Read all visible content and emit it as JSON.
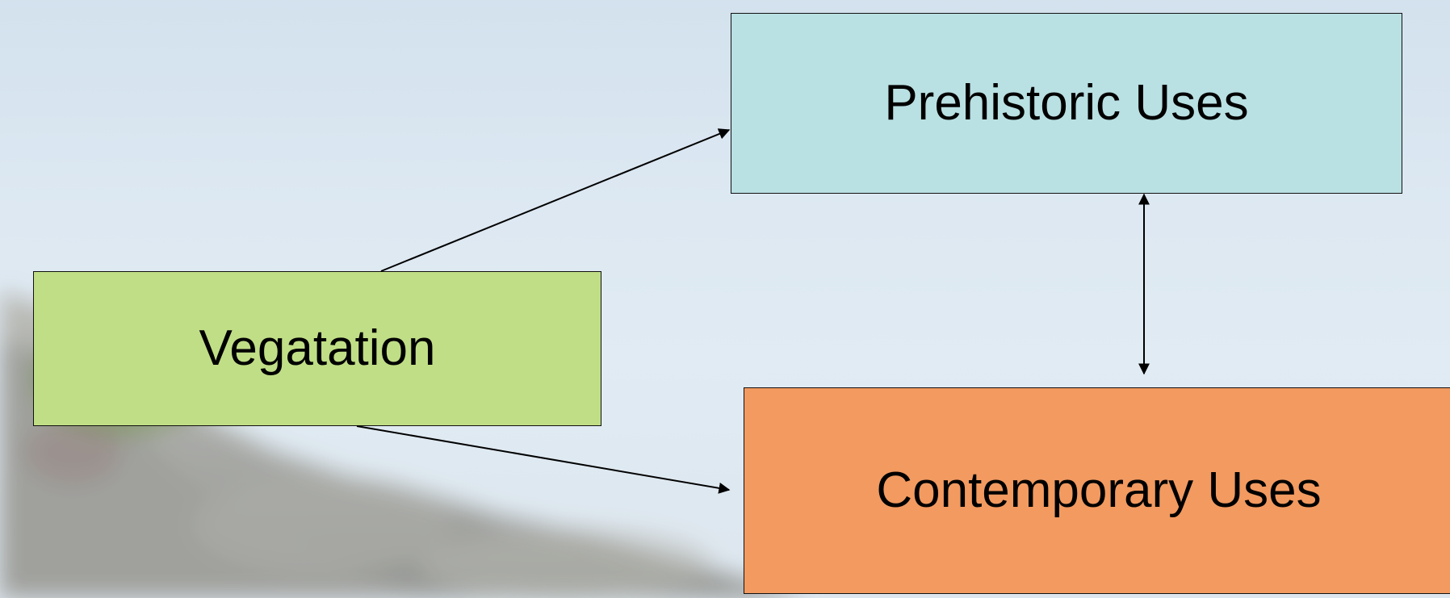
{
  "diagram": {
    "nodes": [
      {
        "id": "prehistoric",
        "label": "Prehistoric Uses",
        "fill": "#b9e0e3"
      },
      {
        "id": "vegetation",
        "label": "Vegatation",
        "fill": "#c0de86"
      },
      {
        "id": "contemporary",
        "label": "Contemporary Uses",
        "fill": "#f29a60"
      }
    ],
    "edges": [
      {
        "from": "vegetation",
        "to": "prehistoric",
        "direction": "forward"
      },
      {
        "from": "vegetation",
        "to": "contemporary",
        "direction": "forward"
      },
      {
        "from": "prehistoric",
        "to": "contemporary",
        "direction": "both"
      }
    ]
  }
}
